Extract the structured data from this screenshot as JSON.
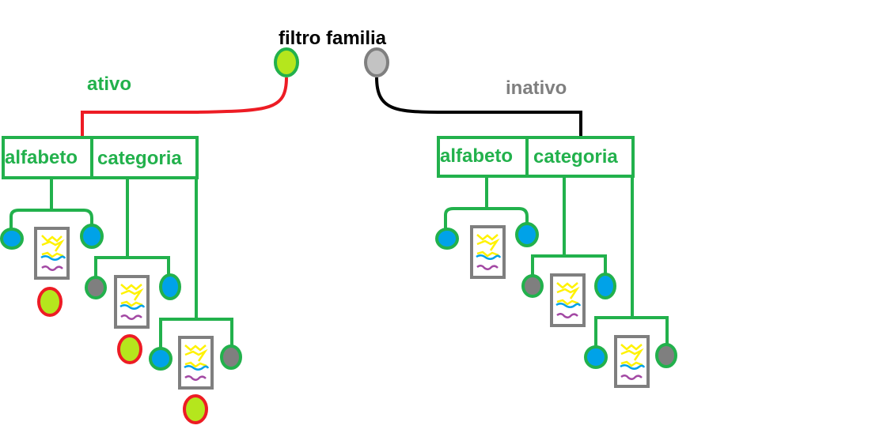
{
  "title": "filtro familia",
  "active_label": "ativo",
  "inactive_label": "inativo",
  "tabs": {
    "alphabet": "alfabeto",
    "category": "categoria"
  },
  "colors": {
    "green": "#22b14c",
    "red": "#ed1c24",
    "grey": "#7f7f7f",
    "light_grey": "#c3c3c3",
    "lime": "#b5e61d",
    "blue": "#00a2e8",
    "yellow": "#fff200",
    "purple": "#a349a4",
    "black": "#000000"
  },
  "icons": {
    "toggle_on": "green-toggle-dot",
    "toggle_off": "grey-toggle-dot",
    "node_blue": "blue-node-dot",
    "node_grey": "grey-node-dot",
    "document": "document-icon",
    "badge": "green-red-badge-dot"
  }
}
